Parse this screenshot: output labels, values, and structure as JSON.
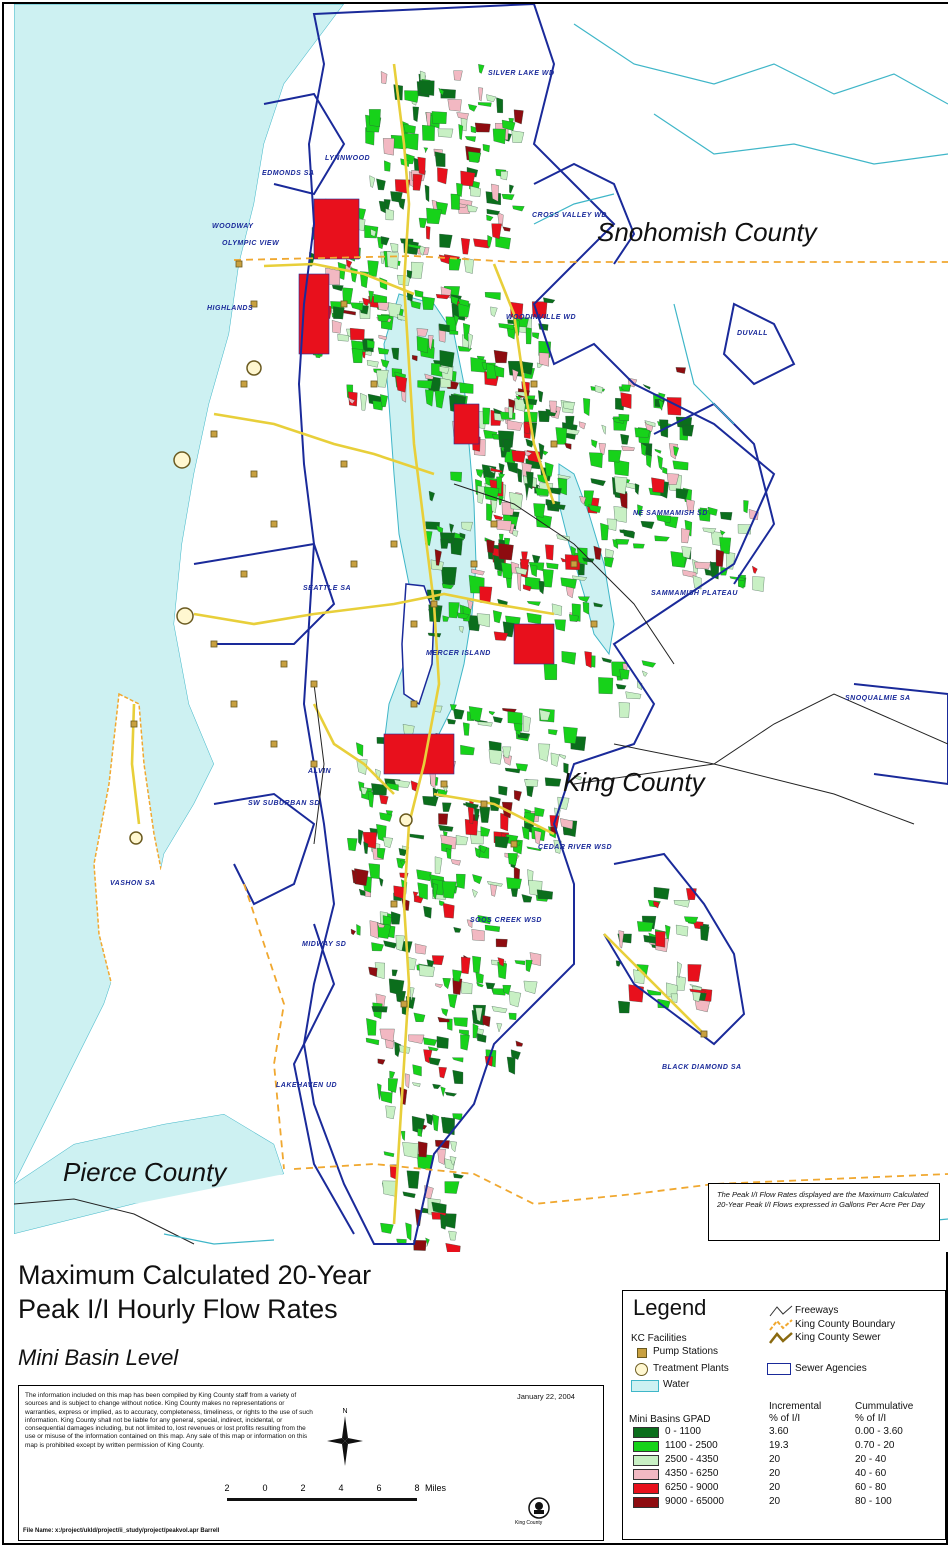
{
  "counties": [
    "Snohomish County",
    "King County",
    "Pierce County"
  ],
  "agencies": [
    "SILVER LAKE WD",
    "LYNNWOOD",
    "EDMONDS SA",
    "WOODWAY",
    "OLYMPIC VIEW",
    "HIGHLANDS",
    "WOODINVILLE WD",
    "CROSS VALLEY WD",
    "SAMMAMISH PLATEAU",
    "SNOQUALMIE SA",
    "SEATTLE SA",
    "ALVIN",
    "MIDWAY SD",
    "LAKEHAVEN UD",
    "VASHON SA",
    "BLACK DIAMOND SA",
    "SOOS CREEK WSD",
    "MERCER ISLAND",
    "NE SAMMAMISH SD",
    "CEDAR RIVER WSD",
    "SW SUBURBAN SD",
    "DUVALL"
  ],
  "note": "The Peak I/I Flow Rates displayed are the Maximum Calculated 20-Year Peak I/I Flows expressed in Gallons Per Acre Per Day",
  "title": "Maximum Calculated 20-Year\nPeak I/I Hourly Flow Rates",
  "subtitle": "Mini Basin Level",
  "disclaimer": {
    "text": "The information included on this map has been compiled by King County staff from a variety of sources and is subject to change without notice. King County makes no representations or warranties, express or implied, as to accuracy, completeness, timeliness, or rights to the use of such information. King County shall not be liable for any general, special, indirect, incidental, or consequential damages including, but not limited to, lost revenues or lost profits resulting from the use or misuse of the information contained on this map. Any sale of this map or information on this map is prohibited except by written permission of King County.",
    "date": "January 22, 2004",
    "file": "File Name: x:/project/ukld/project/ii_study/project/peakvol.apr Barrell",
    "north": "N",
    "scale_labels": [
      "2",
      "0",
      "2",
      "4",
      "6",
      "8"
    ],
    "scale_unit": "Miles",
    "logo_text": "King County"
  },
  "legend": {
    "title": "Legend",
    "kc_facilities": "KC Facilities",
    "pump_stations": "Pump Stations",
    "treatment_plants": "Treatment Plants",
    "water": "Water",
    "freeways": "Freeways",
    "county_boundary": "King County Boundary",
    "county_sewer": "King County Sewer",
    "sewer_agencies": "Sewer Agencies",
    "col_basins": "Mini Basins GPAD",
    "col_incr": "Incremental\n% of I/I",
    "col_cum": "Cummulative\n% of I/I",
    "rows": [
      {
        "range": "0 - 1100",
        "incr": "3.60",
        "cum": "0.00 - 3.60",
        "color": "#0b6e1c"
      },
      {
        "range": "1100 - 2500",
        "incr": "19.3",
        "cum": "0.70 - 20",
        "color": "#17d21a"
      },
      {
        "range": "2500 - 4350",
        "incr": "20",
        "cum": "20 - 40",
        "color": "#c8f0c4"
      },
      {
        "range": "4350 - 6250",
        "incr": "20",
        "cum": "40 - 60",
        "color": "#f2b8c2"
      },
      {
        "range": "6250 - 9000",
        "incr": "20",
        "cum": "60 - 80",
        "color": "#e8101c"
      },
      {
        "range": "9000 - 65000",
        "incr": "20",
        "cum": "80 - 100",
        "color": "#8e0c10"
      }
    ]
  },
  "colors": {
    "water": "#cdf1f2",
    "water_line": "#3fb6c8",
    "agency": "#1a2a9a",
    "freeway": "#e8cf3a",
    "boundary": "#f0a830",
    "sewer": "#8a6a10",
    "pump": "#c8a040"
  }
}
